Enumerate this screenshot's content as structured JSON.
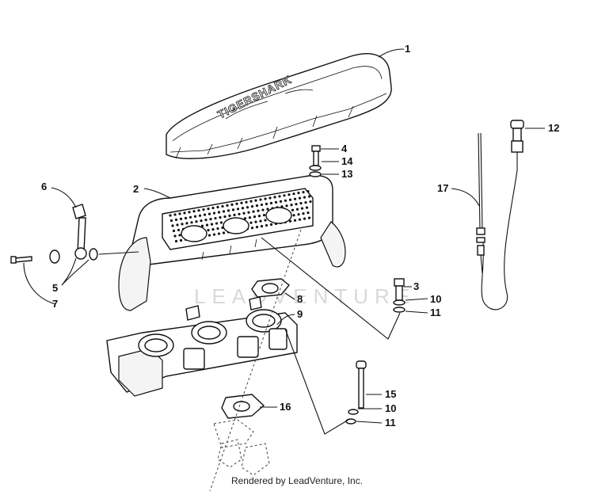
{
  "diagram": {
    "cover_text": "TIGERSHARK",
    "watermark": "LEADVENTURE",
    "credit": "Rendered by LeadVenture, Inc.",
    "callouts": [
      "1",
      "2",
      "3",
      "4",
      "5",
      "6",
      "7",
      "8",
      "9",
      "10",
      "10",
      "11",
      "11",
      "12",
      "13",
      "14",
      "15",
      "16",
      "17"
    ]
  }
}
